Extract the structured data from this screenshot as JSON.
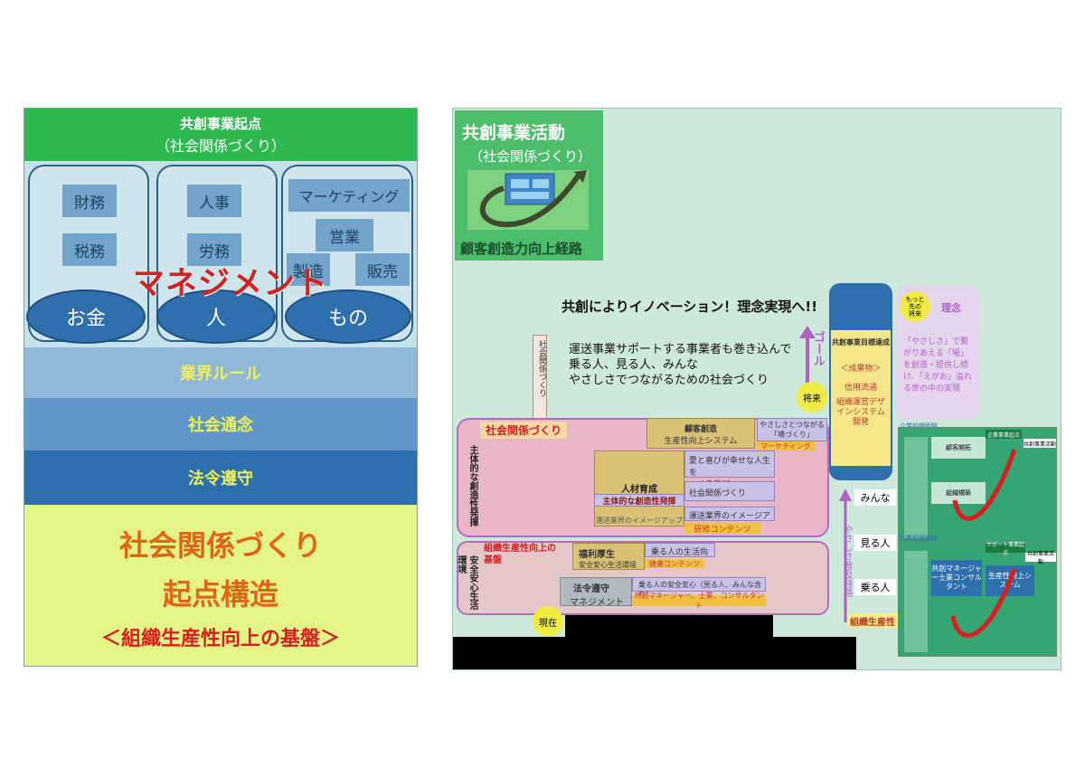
{
  "left": {
    "header_title": "共創事業起点",
    "header_subtitle": "（社会関係づくり）",
    "col1": [
      "財務",
      "税務"
    ],
    "col2": [
      "人事",
      "労務"
    ],
    "col3_top": "マーケティング",
    "col3_mid": "営業",
    "col3_left": "製造",
    "col3_right": "販売",
    "ovals": [
      "お金",
      "人",
      "もの"
    ],
    "management": "マネジメント",
    "bands": [
      "業界ルール",
      "社会通念",
      "法令遵守"
    ],
    "bottom_line1": "社会関係づくり",
    "bottom_line2": "起点構造",
    "bottom_line3": "＜組織生産性向上の基盤＞"
  },
  "right": {
    "badge_title": "共創事業活動",
    "badge_subtitle": "（社会関係づくり）",
    "badge_caption": "顧客創造力向上経路",
    "main_title": "共創によりイノベーション！理念実現へ!!",
    "desc_line1": "運送事業サポートする事業者も巻き込んで",
    "desc_line2": "乗る人、見る人、みんな",
    "desc_line3": "やさしさでつながるための社会づくり",
    "vertical_axis": "社会関係づくり",
    "side_upper": "主体的な創造性発揮",
    "side_lower": "安全安心生活環境",
    "social_rel": "社会関係づくり",
    "productivity": "組織生産性向上の基盤",
    "customer": "顧客創造",
    "productivity_sys": "生産性向上システム",
    "kind_place": "やさしさとつながる",
    "place": "「場づくり」",
    "marketing": "マーケティング",
    "joy": "愛と喜びが幸せな人生を",
    "joy2": "つくる学び",
    "hr_dev": "人材育成",
    "creativity": "主体的な創造性発揮",
    "social_rel2": "社会関係づくり",
    "transport_image": "運送業界のイメージアップ",
    "transport_image2": "運送業界のイメージアップ",
    "training": "研修コンテンツ",
    "welfare": "福利厚生",
    "safe_env": "安全安心生活環境",
    "rider_improve": "乗る人の生活向上",
    "health": "健康コンテンツ",
    "compliance": "法令遵守",
    "management": "マネジメント",
    "safety_all": "乗る人の安全安心（見る人、みんな含む）",
    "cocreate_mgr": "共創マネージャー、士業、コンサルタント",
    "now": "現在",
    "future": "将来",
    "goal": "ゴール",
    "goal_top": "共創事業目標達成",
    "goal_results": "＜成果物＞",
    "goal_item1": "信用流通",
    "goal_item2": "組織運営デザインシステム開発",
    "people_all": "みんな",
    "people_see": "見る人",
    "people_ride": "乗る人",
    "spread": "やさしさ普及経路",
    "org_prod": "組織生産性",
    "ahead1": "もっと",
    "ahead2": "先の",
    "ahead3": "将来",
    "philosophy": "理念",
    "vision_text": "「やさしさ」で繋がりあえる「場」を創造・提供し続け、「えがお」溢れる世の中の実現",
    "strategy": "企業組織戦略",
    "start_point": "企業事業起点",
    "activity": "共創事業活動",
    "strategy2": "企業組織戦略",
    "support_start": "サポート事業起点",
    "activity2": "共創事業活動",
    "consultant": "共創マネージャー士業コンサルタント",
    "prod_system": "生産性向上システム",
    "blank1": "顧客開拓",
    "blank2": "組織構築"
  }
}
